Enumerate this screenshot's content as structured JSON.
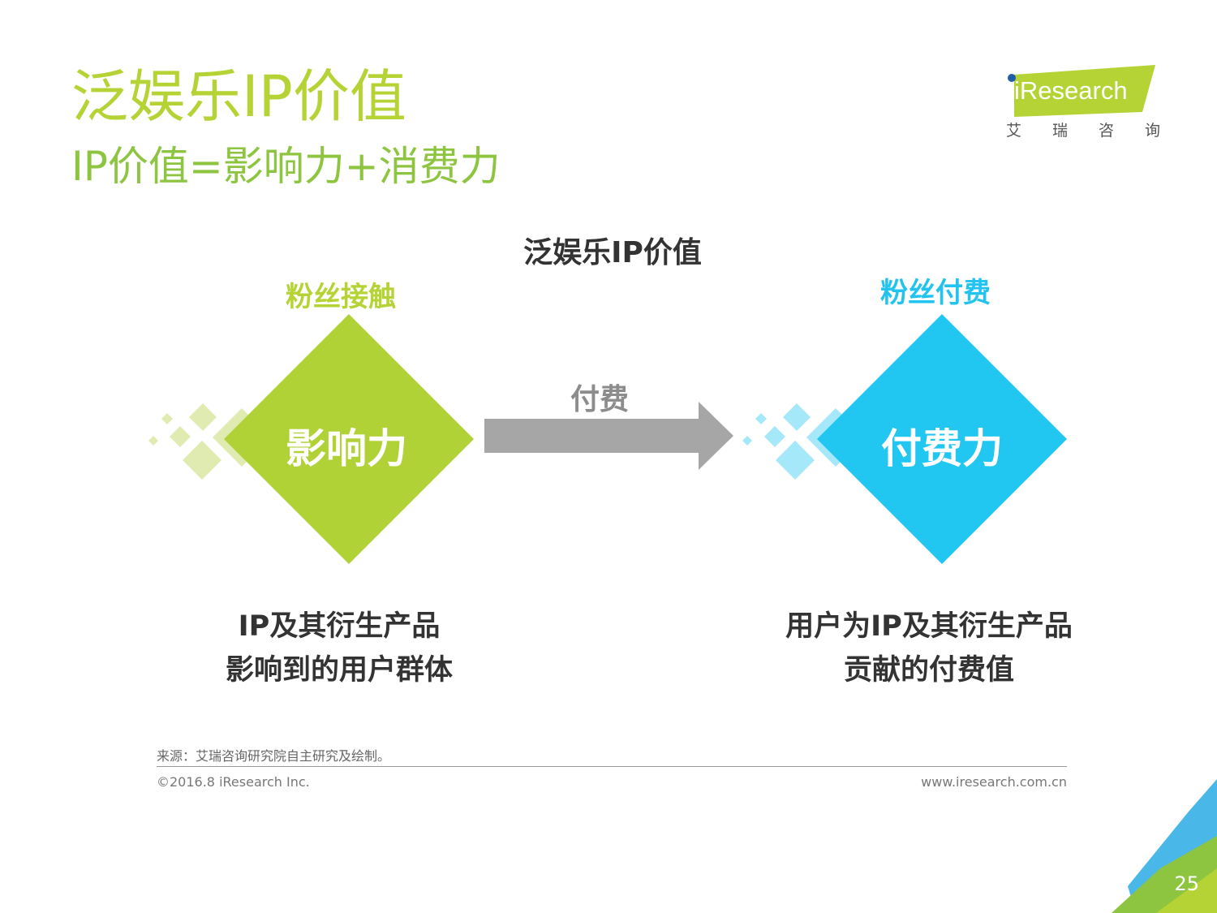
{
  "header": {
    "title": "泛娱乐IP价值",
    "subtitle": "IP价值=影响力+消费力"
  },
  "logo": {
    "brand": "iResearch",
    "chinese_chars": [
      "艾",
      "瑞",
      "咨",
      "询"
    ]
  },
  "diagram": {
    "title": "泛娱乐IP价值",
    "left": {
      "top_label": "粉丝接触",
      "diamond_text": "影响力",
      "description_line1": "IP及其衍生产品",
      "description_line2": "影响到的用户群体",
      "color": "#b1d236"
    },
    "arrow_label": "付费",
    "right": {
      "top_label": "粉丝付费",
      "diamond_text": "付费力",
      "description_line1": "用户为IP及其衍生产品",
      "description_line2": "贡献的付费值",
      "color": "#21c7f1"
    }
  },
  "footer": {
    "source": "来源：艾瑞咨询研究院自主研究及绘制。",
    "copyright": "©2016.8 iResearch Inc.",
    "website": "www.iresearch.com.cn",
    "page_number": "25"
  },
  "colors": {
    "green": "#b5d334",
    "blue": "#22c3ef",
    "arrow_gray": "#a6a6a6"
  }
}
